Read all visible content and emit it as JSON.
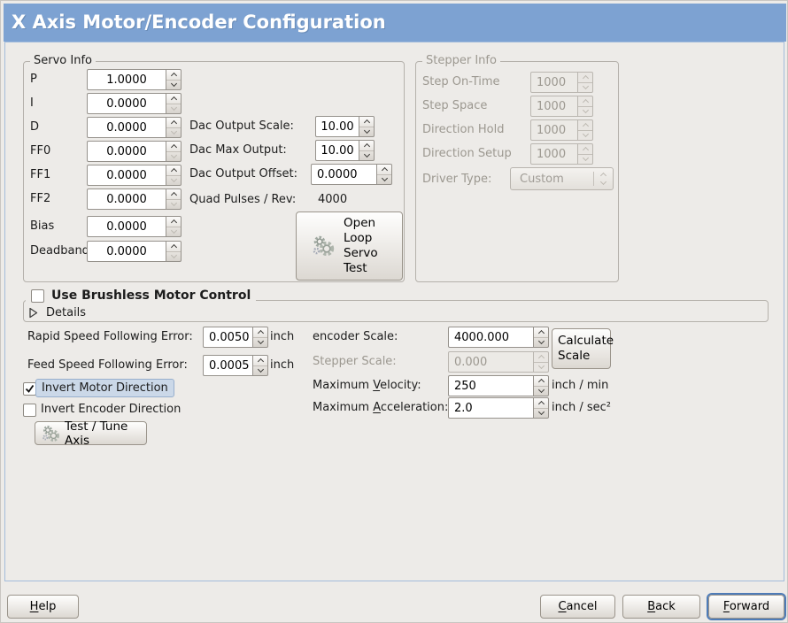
{
  "colors": {
    "titlebar": "#7da2d2",
    "focus": "#4e7cb8",
    "selection_bg": "#cbd8e8",
    "selection_border": "#97afcd"
  },
  "title": "X Axis Motor/Encoder Configuration",
  "servo_info": {
    "legend": "Servo Info",
    "rows": [
      {
        "label": "P",
        "value": "1.0000"
      },
      {
        "label": "I",
        "value": "0.0000"
      },
      {
        "label": "D",
        "value": "0.0000"
      },
      {
        "label": "FF0",
        "value": "0.0000"
      },
      {
        "label": "FF1",
        "value": "0.0000"
      },
      {
        "label": "FF2",
        "value": "0.0000"
      },
      {
        "label": "Bias",
        "value": "0.0000"
      },
      {
        "label": "Deadband",
        "value": "0.0000"
      }
    ],
    "dac_scale_label": "Dac Output Scale:",
    "dac_scale_value": "10.00",
    "dac_max_label": "Dac Max Output:",
    "dac_max_value": "10.00",
    "dac_offset_label": "Dac Output Offset:",
    "dac_offset_value": "0.0000",
    "quad_label": "Quad Pulses / Rev:",
    "quad_value": "4000",
    "open_loop_button": "Open Loop Servo Test"
  },
  "stepper_info": {
    "legend": "Stepper Info",
    "rows": [
      {
        "label": "Step On-Time",
        "value": "1000"
      },
      {
        "label": "Step Space",
        "value": "1000"
      },
      {
        "label": "Direction Hold",
        "value": "1000"
      },
      {
        "label": "Direction Setup",
        "value": "1000"
      }
    ],
    "driver_type_label": "Driver Type:",
    "driver_type_value": "Custom"
  },
  "brushless": {
    "checkbox_label": "Use Brushless Motor Control",
    "details_label": "Details"
  },
  "following_error": {
    "rapid_label": "Rapid Speed Following Error:",
    "rapid_value": "0.0050",
    "rapid_unit": "inch",
    "feed_label": "Feed Speed Following Error:",
    "feed_value": "0.0005",
    "feed_unit": "inch"
  },
  "scaling": {
    "encoder_label": "encoder Scale:",
    "encoder_value": "4000.000",
    "stepper_label": "Stepper Scale:",
    "stepper_value": "0.000",
    "calculate_button": "Calculate Scale",
    "velocity_pre": "Maximum ",
    "velocity_u": "V",
    "velocity_post": "elocity:",
    "velocity_value": "250",
    "velocity_unit": "inch / min",
    "accel_pre": "Maximum ",
    "accel_u": "A",
    "accel_post": "cceleration:",
    "accel_value": "2.0",
    "accel_unit": "inch / sec²"
  },
  "direction": {
    "invert_motor_label": "Invert Motor Direction",
    "invert_encoder_label": "Invert Encoder Direction",
    "test_tune_button": "Test / Tune Axis"
  },
  "footer": {
    "help_u": "H",
    "help_rest": "elp",
    "cancel_u": "C",
    "cancel_rest": "ancel",
    "back_u": "B",
    "back_rest": "ack",
    "forward_u": "F",
    "forward_rest": "orward"
  }
}
